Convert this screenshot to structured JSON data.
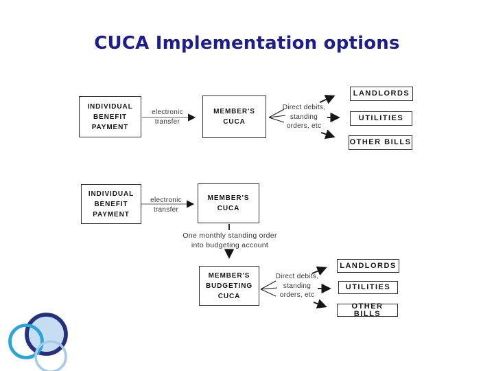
{
  "title": "CUCA Implementation options",
  "colors": {
    "title": "#1d1d8c",
    "logo_navy": "#26317e",
    "logo_cyan": "#2aa4d9",
    "logo_light_ring": "#a6cbe8",
    "logo_fill": "#c7ddf1"
  },
  "flow_simple": {
    "source": "INDIVIDUAL\nBENEFIT\nPAYMENT",
    "transfer_label": "electronic\ntransfer",
    "account": "MEMBER'S\nCUCA",
    "payments_label": "Direct debits,\nstanding\norders, etc",
    "destinations": [
      "LANDLORDS",
      "UTILITIES",
      "OTHER BILLS"
    ]
  },
  "flow_budgeting": {
    "source": "INDIVIDUAL\nBENEFIT\nPAYMENT",
    "transfer_label": "electronic\ntransfer",
    "account": "MEMBER'S\nCUCA",
    "standing_order_label": "One monthly standing order\ninto budgeting account",
    "budgeting_account": "MEMBER'S\nBUDGETING\nCUCA",
    "payments_label": "Direct debits,\nstanding\norders, etc",
    "destinations": [
      "LANDLORDS",
      "UTILITIES",
      "OTHER BILLS"
    ]
  }
}
